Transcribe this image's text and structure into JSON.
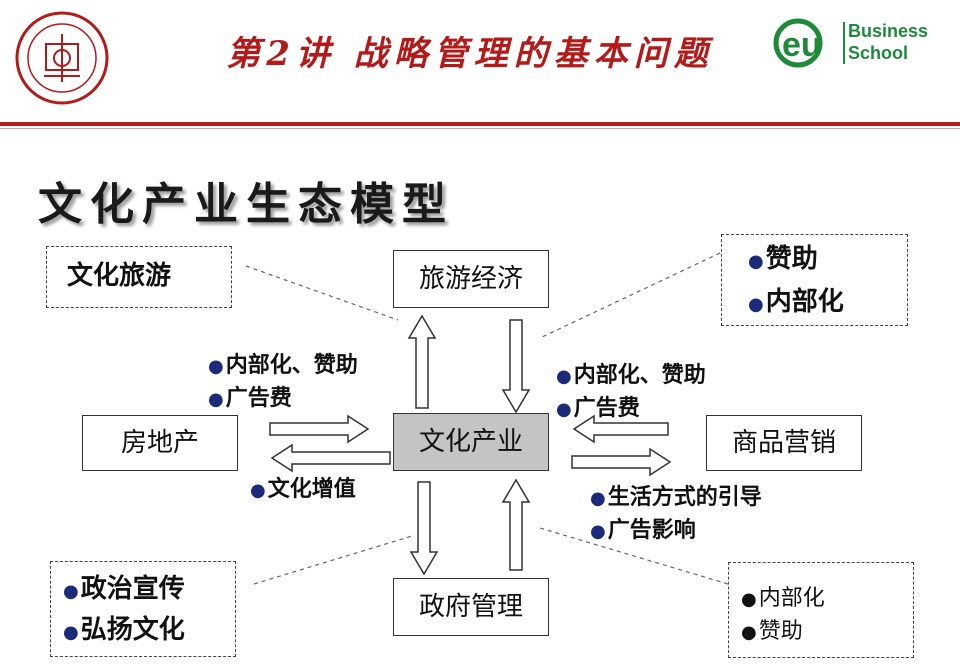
{
  "header": {
    "title": "第2讲 战略管理的基本问题",
    "logo_left": "university-seal",
    "logo_right_name": [
      "Business",
      "School"
    ],
    "accent_color": "#b31b1b",
    "brand_green": "#1f8a3a"
  },
  "slide": {
    "heading": "文化产业生态模型"
  },
  "diagram": {
    "center": "文化产业",
    "top": "旅游经济",
    "left": "房地产",
    "right": "商品营销",
    "bottom": "政府管理",
    "dashed": {
      "top_left": "文化旅游",
      "top_right": [
        "赞助",
        "内部化"
      ],
      "bottom_left": [
        "政治宣传",
        "弘扬文化"
      ],
      "bottom_right": [
        "内部化",
        "赞助"
      ]
    },
    "labels": {
      "left_top": [
        "内部化、赞助",
        "广告费"
      ],
      "right_top": [
        "内部化、赞助",
        "广告费"
      ],
      "left_bottom": [
        "文化增值"
      ],
      "right_bottom": [
        "生活方式的引导",
        "广告影响"
      ]
    }
  }
}
